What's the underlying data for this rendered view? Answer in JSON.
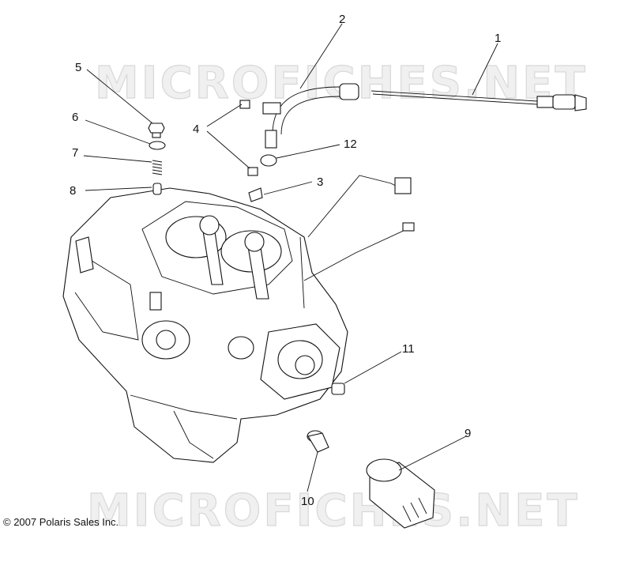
{
  "diagram": {
    "watermarks": [
      "MICROFICHES.NET",
      "MICROFICHES.NET"
    ],
    "copyright": "© 2007 Polaris Sales Inc.",
    "callouts": [
      "1",
      "2",
      "3",
      "4",
      "5",
      "6",
      "7",
      "8",
      "9",
      "10",
      "11",
      "12"
    ]
  }
}
